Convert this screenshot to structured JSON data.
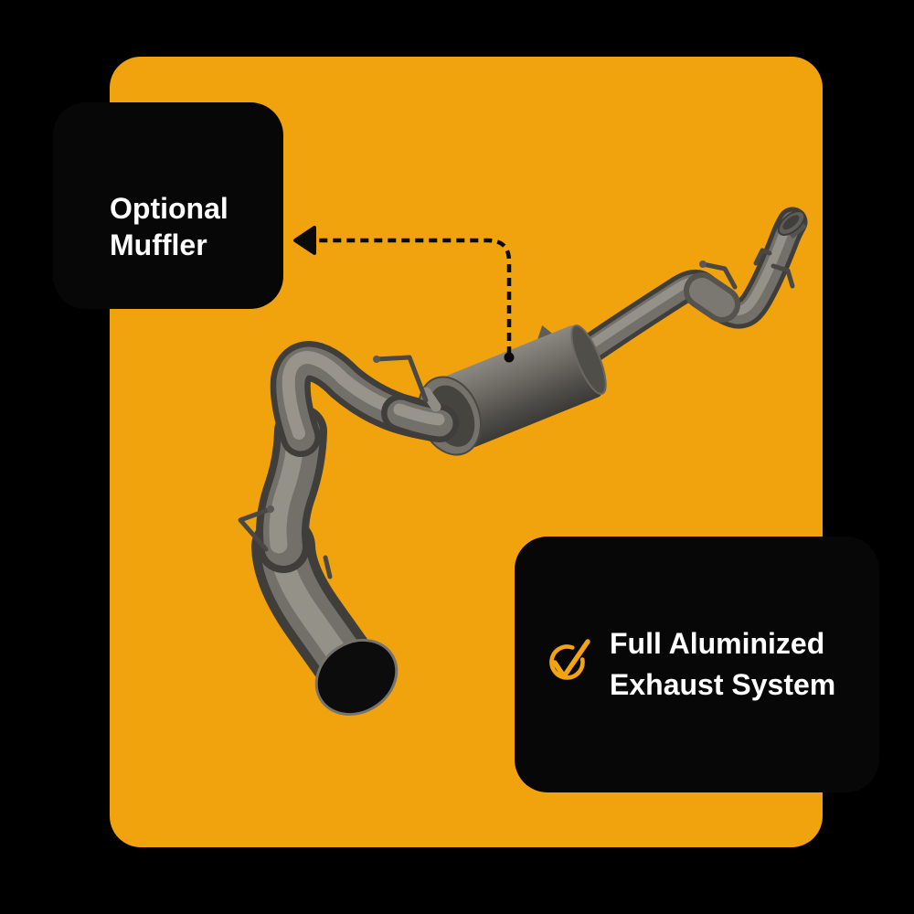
{
  "colors": {
    "background": "#000000",
    "card": "#F0A30D",
    "callout_background": "#070707",
    "callout_text": "#FFFFFF",
    "check_accent": "#F4A412",
    "arrow": "#0B0B0B",
    "pipe_gray": "#73706A"
  },
  "callouts": {
    "optional_muffler": {
      "line1": "Optional",
      "line2": "Muffler"
    },
    "feature": {
      "line1": "Full Aluminized",
      "line2": "Exhaust System"
    }
  },
  "icons": {
    "check_circle": "check-circle-icon",
    "arrowhead": "left-arrowhead-icon"
  },
  "product": {
    "alt": "Gray aluminized exhaust system with oval muffler, bent tailpipe and hanger rods"
  }
}
